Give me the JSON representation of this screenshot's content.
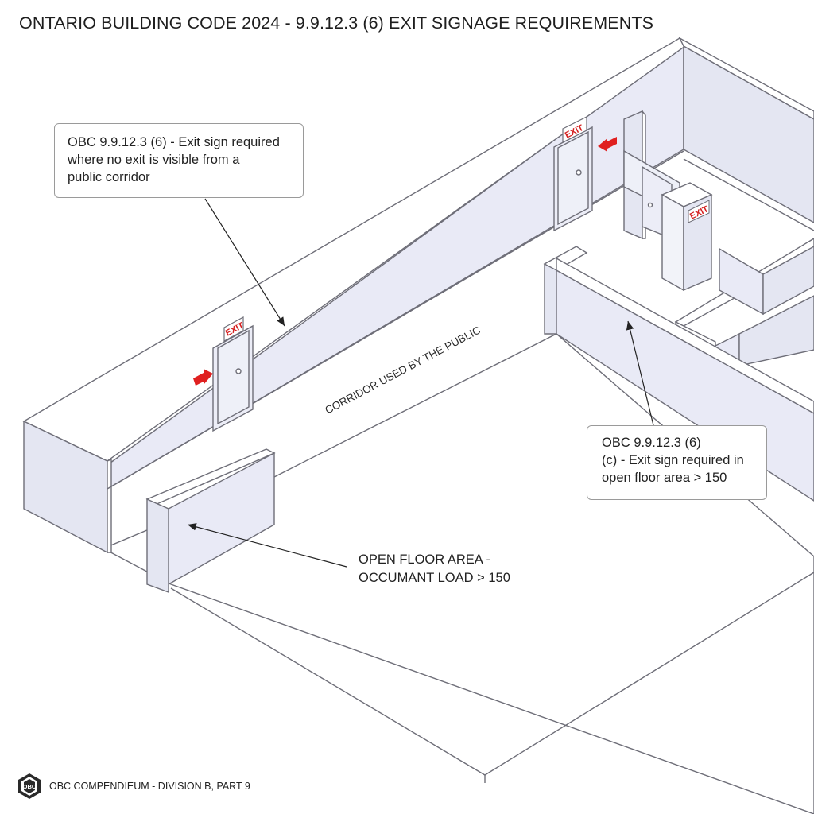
{
  "title": "ONTARIO BUILDING CODE 2024 - 9.9.12.3 (6) EXIT SIGNAGE REQUIREMENTS",
  "callouts": {
    "corridor_rule": {
      "lines": [
        "OBC 9.9.12.3 (6) - Exit sign required",
        "where no exit is visible from a",
        "public corridor"
      ]
    },
    "floor_area_rule": {
      "lines": [
        "OBC 9.9.12.3 (6)",
        "(c) - Exit sign required in",
        "open floor area > 150"
      ]
    }
  },
  "labels": {
    "open_floor_area": [
      "OPEN FLOOR AREA -",
      "OCCUMANT LOAD > 150"
    ],
    "corridor": "CORRIDOR USED BY THE PUBLIC"
  },
  "signs": {
    "exit_text": "EXIT"
  },
  "colors": {
    "wall_face": "#e9eaf6",
    "wall_top": "#ffffff",
    "wall_edge": "#6e6e78",
    "arrow_red": "#e02020",
    "sign_red": "#d42020"
  },
  "footer": {
    "logo_text": "OBC",
    "brand": "OBC COMPENDIEUM",
    "subtitle": " - DIVISION B, PART 9"
  }
}
